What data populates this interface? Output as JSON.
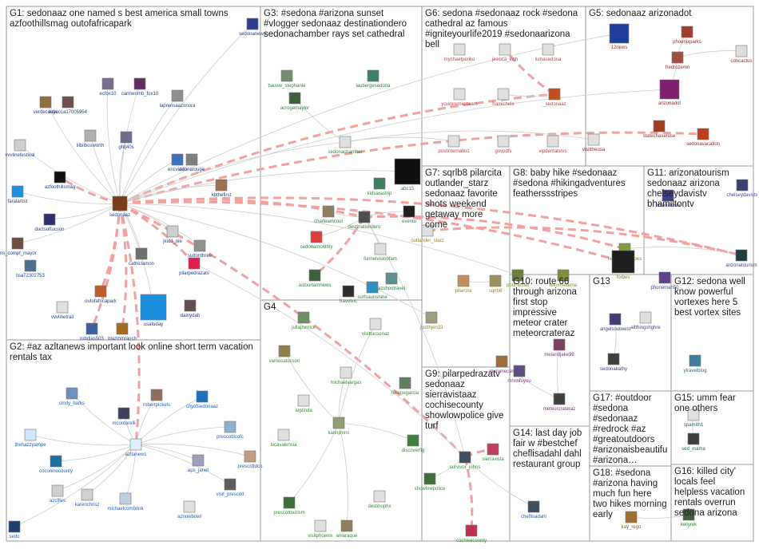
{
  "groups": [
    {
      "id": "G1",
      "label": "G1: sedonaaz one named s best america small towns azfoothillsmag outofafricapark",
      "color": "#1f3f8f"
    },
    {
      "id": "G2",
      "label": "G2: #az azltanews important look online short term vacation rentals tax",
      "color": "#1f5fbf"
    },
    {
      "id": "G3",
      "label": "G3: #sedona #arizona sunset #vlogger sedonaaz destinationdero sedonachamber rays set cathedral",
      "color": "#2f7f3f"
    },
    {
      "id": "G4",
      "label": "G4",
      "color": "#2f8f2f"
    },
    {
      "id": "G5",
      "label": "G5: sedonaaz arizonadot",
      "color": "#9f1f1f"
    },
    {
      "id": "G6",
      "label": "G6: sedona #sedonaaz rock #sedona cathedral az famous #igniteyourlife2019 #sedonaarizona bell",
      "color": "#bf3f3f"
    },
    {
      "id": "G7",
      "label": "G7: sqrlb8 pilarcita outlander_starz sedonaaz favorite shots weekend getaway more come",
      "color": "#9f7f1f"
    },
    {
      "id": "G8",
      "label": "G8: baby hike #sedonaaz #sedona #hikingadventures featherssstripes",
      "color": "#6f8f1f"
    },
    {
      "id": "G9",
      "label": "G9: pilarpedrazatv sedonaaz sierravistaaz cochisecounty showlowpolice give turf",
      "color": "#2f8f2f"
    },
    {
      "id": "G10",
      "label": "G10: route 66 through arizona first stop impressive meteor crater meteorcrateraz",
      "color": "#7f2f7f"
    },
    {
      "id": "G11",
      "label": "G11: arizonatourism sedonaaz arizona chelseydavistv bhamiltontv",
      "color": "#3f3f9f"
    },
    {
      "id": "G12",
      "label": "G12: sedona well know powerful vortexes here 5 best vortex sites",
      "color": "#1f6f9f"
    },
    {
      "id": "G13",
      "label": "G13",
      "color": "#3f3f7f"
    },
    {
      "id": "G14",
      "label": "G14: last day job fair w #bestchef cheflisadahl dahl restaurant group",
      "color": "#1f5f9f"
    },
    {
      "id": "G15",
      "label": "G15: umm fear one others",
      "color": "#1f5f5f"
    },
    {
      "id": "G16",
      "label": "G16: killed city' locals feel helpless vacation rentals overrun sedona arizona",
      "color": "#2f7f2f"
    },
    {
      "id": "G17",
      "label": "G17: #outdoor #sedona #sedonaaz #redrock #az #greatoutdoors #arizonaisbeautiful #arizona…",
      "color": "#7f5f1f"
    },
    {
      "id": "G18",
      "label": "G18: #sedona #arizona having much fun here two hikes morning early",
      "color": "#7f5f1f"
    }
  ],
  "nodes": [
    {
      "name": "sedonaaz",
      "group": "G1",
      "color": "#7a3b1b"
    },
    {
      "name": "azfoothillsmag",
      "group": "G1",
      "color": "#111111"
    },
    {
      "name": "ecfox10",
      "group": "G1",
      "color": "#7a6f8f"
    },
    {
      "name": "carmenmb_fox10",
      "group": "G1",
      "color": "#5f2f5f"
    },
    {
      "name": "laprensaazonora",
      "group": "G1",
      "color": "#8f8f8f"
    },
    {
      "name": "verdecanyc",
      "group": "G1",
      "color": "#8f6f3f"
    },
    {
      "name": "rebecca17005954",
      "group": "G1",
      "color": "#6f4f4f"
    },
    {
      "name": "lilbilbosworth",
      "group": "G1",
      "color": "#b0b0b0"
    },
    {
      "name": "ghtj40s",
      "group": "G1",
      "color": "#6f6f8f"
    },
    {
      "name": "vvvlinefestival",
      "group": "G1",
      "color": "#cfcfcf"
    },
    {
      "name": "ericvideo",
      "group": "G1",
      "color": "#3f6fbf"
    },
    {
      "name": "adonarouge",
      "group": "G1",
      "color": "#7f7f7f"
    },
    {
      "name": "kbthefirst",
      "group": "G1",
      "color": "#9f6f4f"
    },
    {
      "name": "faralartist",
      "group": "G1",
      "color": "#1f8fdf"
    },
    {
      "name": "ductsoftucson",
      "group": "G1",
      "color": "#2f2f6f"
    },
    {
      "name": "ms_compt_mayor",
      "group": "G1",
      "color": "#6f4f3f"
    },
    {
      "name": "lisa72302753",
      "group": "G1",
      "color": "#4f6f8f"
    },
    {
      "name": "jkidd_nie",
      "group": "G1",
      "color": "#cfcfcf"
    },
    {
      "name": "suttonthree",
      "group": "G1",
      "color": "#8f8f8f"
    },
    {
      "name": "cathiclamon",
      "group": "G1",
      "color": "#6f6f6f"
    },
    {
      "name": "pilarpedrazatv",
      "group": "G1",
      "color": "#df1f4f"
    },
    {
      "name": "usatoday",
      "group": "G1",
      "color": "#1f8fdf"
    },
    {
      "name": "dainydab",
      "group": "G1",
      "color": "#5f4f4f"
    },
    {
      "name": "outofafricapark",
      "group": "G1",
      "color": "#bf5f2f"
    },
    {
      "name": "vvvlinetrail",
      "group": "G1",
      "color": "#dfdfdf"
    },
    {
      "name": "robdias503",
      "group": "G1",
      "color": "#3f5f9f"
    },
    {
      "name": "blazinmranch",
      "group": "G1",
      "color": "#9f6f1f"
    },
    {
      "name": "sedonanews",
      "group": "G1",
      "color": "#2f3f8f"
    },
    {
      "name": "azltanews",
      "group": "G2",
      "color": "#dfefff"
    },
    {
      "name": "cindy_barks",
      "group": "G2",
      "color": "#6f8fbf"
    },
    {
      "name": "robertpickels",
      "group": "G2",
      "color": "#8f6f5f"
    },
    {
      "name": "mcontorelli",
      "group": "G2",
      "color": "#3f3f5f"
    },
    {
      "name": "cityofsedonaaz",
      "group": "G2",
      "color": "#1f6fbf"
    },
    {
      "name": "thehazzyampe",
      "group": "G2",
      "color": "#cfe7ff"
    },
    {
      "name": "prescotticofc",
      "group": "G2",
      "color": "#8fafcf"
    },
    {
      "name": "coconinocounty",
      "group": "G2",
      "color": "#1f6f9f"
    },
    {
      "name": "aps_janet",
      "group": "G2",
      "color": "#9f9fbf"
    },
    {
      "name": "prescottdco",
      "group": "G2",
      "color": "#bf9f7f"
    },
    {
      "name": "azclfles",
      "group": "G2",
      "color": "#cfcfcf"
    },
    {
      "name": "karenchrisz",
      "group": "G2",
      "color": "#cfcfcf"
    },
    {
      "name": "michaelcombrink",
      "group": "G2",
      "color": "#bfcfdf"
    },
    {
      "name": "visit_prescott",
      "group": "G2",
      "color": "#5f5f5f"
    },
    {
      "name": "aznowbowl",
      "group": "G2",
      "color": "#dfdfdf"
    },
    {
      "name": "sedo",
      "group": "G2",
      "color": "#1f3f6f"
    },
    {
      "name": "bauwe_stephanie",
      "group": "G3",
      "color": "#6f8f6f"
    },
    {
      "name": "acrogemaylor",
      "group": "G3",
      "color": "#3f5f3f"
    },
    {
      "name": "laubergesedona",
      "group": "G3",
      "color": "#3f7f6f"
    },
    {
      "name": "sedonachamber",
      "group": "G3",
      "color": "#dfdfdf"
    },
    {
      "name": "abc15",
      "group": "G3",
      "color": "#111111"
    },
    {
      "name": "kidsarastrip",
      "group": "G3",
      "color": "#3f7f5f"
    },
    {
      "name": "charleamcool",
      "group": "G3",
      "color": "#8f7f5f"
    },
    {
      "name": "destinationdero",
      "group": "G3",
      "color": "#4f4f4f"
    },
    {
      "name": "sedonamonthly",
      "group": "G3",
      "color": "#df3f3f"
    },
    {
      "name": "funnelvisionfam",
      "group": "G3",
      "color": "#dfdfdf"
    },
    {
      "name": "astourtamnews",
      "group": "G3",
      "color": "#3f5f3f"
    },
    {
      "name": "travelvic",
      "group": "G3",
      "color": "#2f2f2f"
    },
    {
      "name": "surfsaunshine",
      "group": "G3",
      "color": "#2f8fbf"
    },
    {
      "name": "azshootravel",
      "group": "G3",
      "color": "#5f8f8f"
    },
    {
      "name": "eventu",
      "group": "G3",
      "color": "#1f1f1f"
    },
    {
      "name": "jullapsnrick",
      "group": "G4",
      "color": "#6f8f5f"
    },
    {
      "name": "visittucsonaz",
      "group": "G4",
      "color": "#dfdfdf"
    },
    {
      "name": "vamosatucson",
      "group": "G4",
      "color": "#8f7f4f"
    },
    {
      "name": "michaelvargas",
      "group": "G4",
      "color": "#dfdfdf"
    },
    {
      "name": "feliepegarcia",
      "group": "G4",
      "color": "#5f7f5f"
    },
    {
      "name": "arplinda",
      "group": "G4",
      "color": "#dfdfdf"
    },
    {
      "name": "karinjimnc",
      "group": "G4",
      "color": "#8f9f6f"
    },
    {
      "name": "lucavalencia",
      "group": "G4",
      "color": "#dfdfdf"
    },
    {
      "name": "discoverfig",
      "group": "G4",
      "color": "#3f7f3f"
    },
    {
      "name": "prescottourism",
      "group": "G4",
      "color": "#3f6f3f"
    },
    {
      "name": "visitphoenix",
      "group": "G4",
      "color": "#dfdfdf"
    },
    {
      "name": "anlaraque",
      "group": "G4",
      "color": "#8f7f5f"
    },
    {
      "name": "destinophx",
      "group": "G4",
      "color": "#dfdfdf"
    },
    {
      "name": "12news",
      "group": "G5",
      "color": "#1f3f9f"
    },
    {
      "name": "phoenixparks",
      "group": "G5",
      "color": "#9f3f2f"
    },
    {
      "name": "cdncactus",
      "group": "G5",
      "color": "#dfdfdf"
    },
    {
      "name": "fredrozemn",
      "group": "G5",
      "color": "#9f4f3f"
    },
    {
      "name": "arizonadot",
      "group": "G5",
      "color": "#7f1f6f"
    },
    {
      "name": "statechaseruse",
      "group": "G5",
      "color": "#9f3f1f"
    },
    {
      "name": "sedonavacation",
      "group": "G5",
      "color": "#bf3f1f"
    },
    {
      "name": "visittheusa",
      "group": "G5",
      "color": "#dfdfdf"
    },
    {
      "name": "mychaelperiko",
      "group": "G6",
      "color": "#dfdfdf"
    },
    {
      "name": "jessica_kich",
      "group": "G6",
      "color": "#dfdfdf"
    },
    {
      "name": "lumasedona",
      "group": "G6",
      "color": "#dfdfdf"
    },
    {
      "name": "yourpremierteam",
      "group": "G6",
      "color": "#dfdfdf"
    },
    {
      "name": "framichele",
      "group": "G6",
      "color": "#dfdfdf"
    },
    {
      "name": "_sedonaaz",
      "group": "G6",
      "color": "#bf4f1f"
    },
    {
      "name": "postinternatio1",
      "group": "G6",
      "color": "#dfdfdf"
    },
    {
      "name": "govpdfs",
      "group": "G6",
      "color": "#dfdfdf"
    },
    {
      "name": "vipdentalsrvs",
      "group": "G6",
      "color": "#dfdfdf"
    },
    {
      "name": "sqrlb8",
      "group": "G7",
      "color": "#9f8f5f"
    },
    {
      "name": "pilarcita",
      "group": "G7",
      "color": "#bf8f5f"
    },
    {
      "name": "outlander_starz",
      "group": "G7",
      "color": "#dfdfdf"
    },
    {
      "name": "justthjen33",
      "group": "G7",
      "color": "#9f9f7f"
    },
    {
      "name": "pounfestel",
      "group": "G8",
      "color": "#6f7f3f"
    },
    {
      "name": "hiltonsedona",
      "group": "G8",
      "color": "#7f8f3f"
    },
    {
      "name": "featherssstripes",
      "group": "G8",
      "color": "#7f9f3f"
    },
    {
      "name": "forbes",
      "group": "G8",
      "color": "#1f1f1f"
    },
    {
      "name": "chelseydavistv",
      "group": "G11",
      "color": "#3f3f6f"
    },
    {
      "name": "bhamiltontv",
      "group": "G11",
      "color": "#3f3f8f"
    },
    {
      "name": "phoneman50",
      "group": "G11",
      "color": "#5f3f8f"
    },
    {
      "name": "arizonatourism",
      "group": "G11",
      "color": "#1f3f3f"
    },
    {
      "name": "angelsoutwest",
      "group": "G13",
      "color": "#3f3f6f"
    },
    {
      "name": "allthingshghre",
      "group": "G13",
      "color": "#dfdfdf"
    },
    {
      "name": "sedonakathy",
      "group": "G13",
      "color": "#3f3f3f"
    },
    {
      "name": "meteorcrateraz",
      "group": "G10",
      "color": "#3f3f3f"
    },
    {
      "name": "melandjake99",
      "group": "G10",
      "color": "#7f3f5f"
    },
    {
      "name": "mrvinfoyou",
      "group": "G10",
      "color": "#5f4f7f"
    },
    {
      "name": "myrumecan",
      "group": "G10",
      "color": "#9f6f3f"
    },
    {
      "name": "showlowpolice",
      "group": "G9",
      "color": "#3f6f3f"
    },
    {
      "name": "survivor_johns",
      "group": "G9",
      "color": "#3f4f5f"
    },
    {
      "name": "sierravista",
      "group": "G9",
      "color": "#bf3f5f"
    },
    {
      "name": "cochisecounty",
      "group": "G9",
      "color": "#bf2f4f"
    },
    {
      "name": "cheflisadahl",
      "group": "G14",
      "color": "#3f4f5f"
    },
    {
      "name": "ytravelblog",
      "group": "G12",
      "color": "#3f7f9f"
    },
    {
      "name": "spamith1",
      "group": "G15",
      "color": "#dfdfdf"
    },
    {
      "name": "sed_mama",
      "group": "G15",
      "color": "#3f3f3f"
    },
    {
      "name": "kellyrek",
      "group": "G16",
      "color": "#3f5f3f"
    },
    {
      "name": "kay_rego",
      "group": "G18",
      "color": "#9f6f2f"
    }
  ]
}
